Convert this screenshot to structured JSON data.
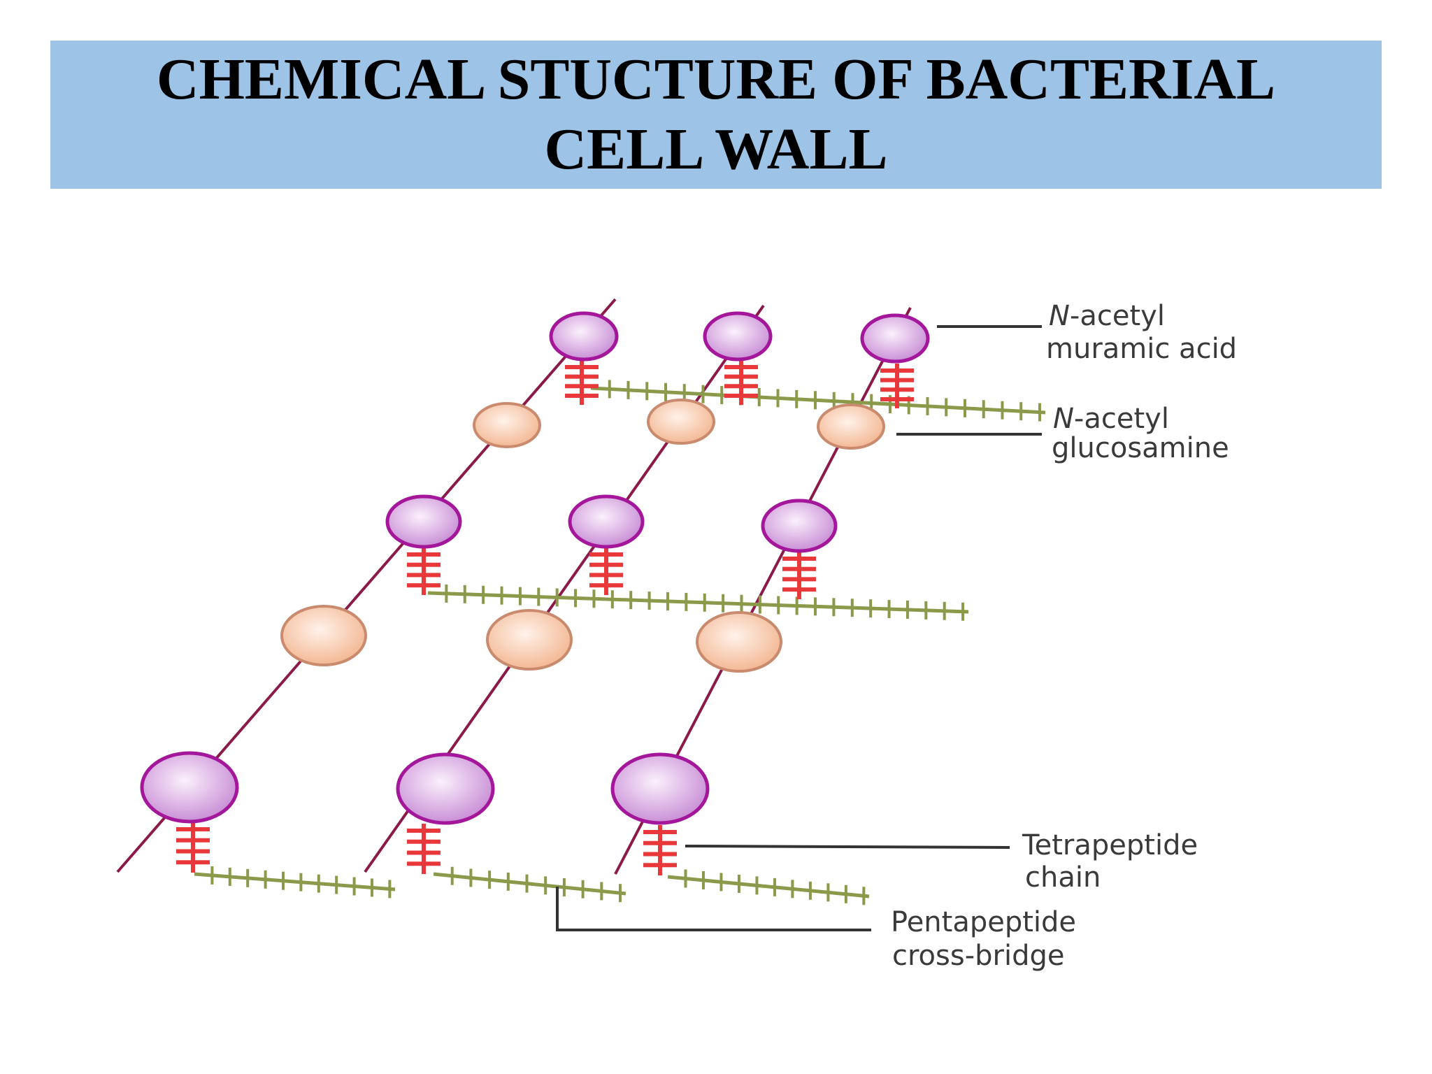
{
  "title": {
    "line1": "CHEMICAL STUCTURE OF BACTERIAL",
    "line2": "CELL WALL"
  },
  "labels": {
    "nam_line1_prefix": "N",
    "nam_line1_rest": "-acetyl",
    "nam_line2": "muramic acid",
    "nag_line1_prefix": "N",
    "nag_line1_rest": "-acetyl",
    "nag_line2": "glucosamine",
    "tetra_line1": "Tetrapeptide",
    "tetra_line2": "chain",
    "penta_line1": "Pentapeptide",
    "penta_line2": "cross-bridge"
  },
  "colors": {
    "title_band": "#9dc3e6",
    "backbone": "#8b1a4a",
    "nam_fill": "#d9a6e0",
    "nam_stroke": "#a4169a",
    "nag_fill": "#f8c6a8",
    "nag_stroke": "#c98a6e",
    "tetrapeptide": "#e8383a",
    "crossbridge": "#8a9a4a",
    "leader": "#333333"
  }
}
